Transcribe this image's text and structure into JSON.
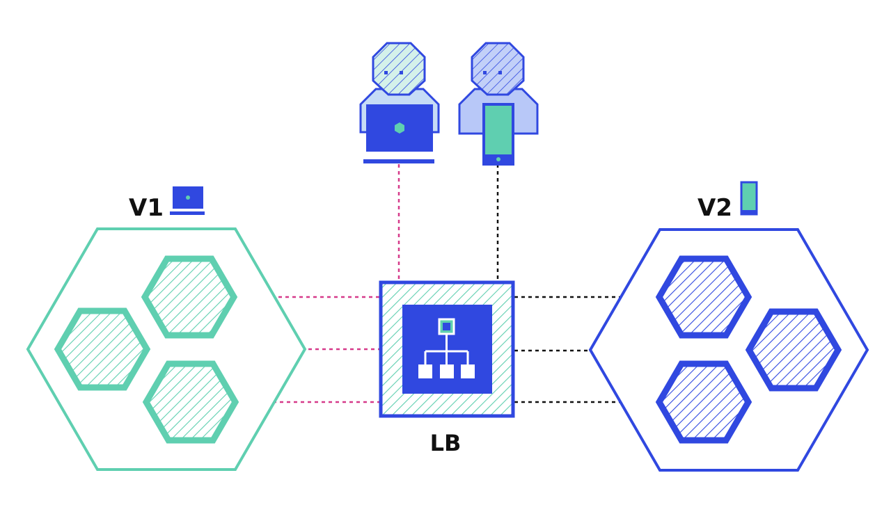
{
  "labels": {
    "v1": "V1",
    "v2": "V2",
    "lb": "LB"
  },
  "colors": {
    "teal": "#5fcfb0",
    "blue": "#3048e0",
    "light_teal": "#cdeee8",
    "light_blue": "#b8c8f8",
    "pink": "#d63a8a",
    "black": "#111111",
    "background": "#ffffff"
  },
  "icons": {
    "user_laptop": "user-with-laptop-icon",
    "user_phone": "user-with-phone-icon",
    "load_balancer": "network-hierarchy-icon",
    "v1_badge": "laptop-icon",
    "v2_badge": "phone-icon"
  }
}
